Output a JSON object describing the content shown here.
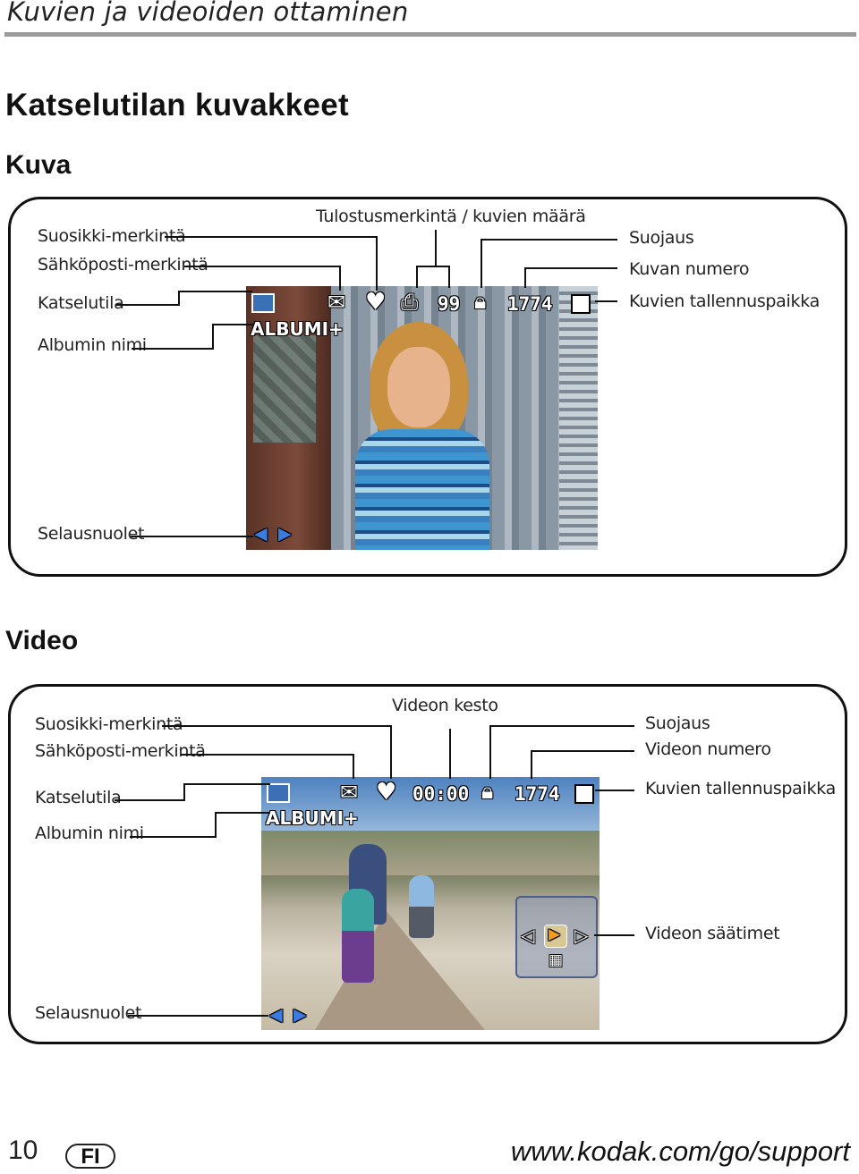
{
  "header": {
    "running_title": "Kuvien ja videoiden ottaminen"
  },
  "page_title": "Katselutilan kuvakkeet",
  "photo_section": {
    "title": "Kuva",
    "callouts": {
      "favorite": "Suosikki-merkintä",
      "email": "Sähköposti-merkintä",
      "review_mode": "Katselutila",
      "album_name": "Albumin nimi",
      "print_count": "Tulostusmerkintä / kuvien määrä",
      "protect": "Suojaus",
      "picture_number": "Kuvan numero",
      "storage_location": "Kuvien tallennuspaikka",
      "scroll_arrows": "Selausnuolet"
    },
    "screen": {
      "album_label": "ALBUMI+",
      "print_quantity": "99",
      "number": "1774"
    }
  },
  "video_section": {
    "title": "Video",
    "callouts": {
      "favorite": "Suosikki-merkintä",
      "email": "Sähköposti-merkintä",
      "review_mode": "Katselutila",
      "album_name": "Albumin nimi",
      "duration": "Videon kesto",
      "protect": "Suojaus",
      "video_number": "Videon numero",
      "storage_location": "Kuvien tallennuspaikka",
      "video_controls": "Videon säätimet",
      "scroll_arrows": "Selausnuolet"
    },
    "screen": {
      "album_label": "ALBUMI+",
      "duration": "00:00",
      "number": "1774"
    }
  },
  "footer": {
    "page_number": "10",
    "language": "FI",
    "url": "www.kodak.com/go/support"
  },
  "icons": [
    "review-mode-icon",
    "email-icon",
    "heart-icon",
    "print-icon",
    "lock-icon",
    "card-icon",
    "left-arrow-icon",
    "right-arrow-icon",
    "play-icon",
    "grid-icon"
  ]
}
